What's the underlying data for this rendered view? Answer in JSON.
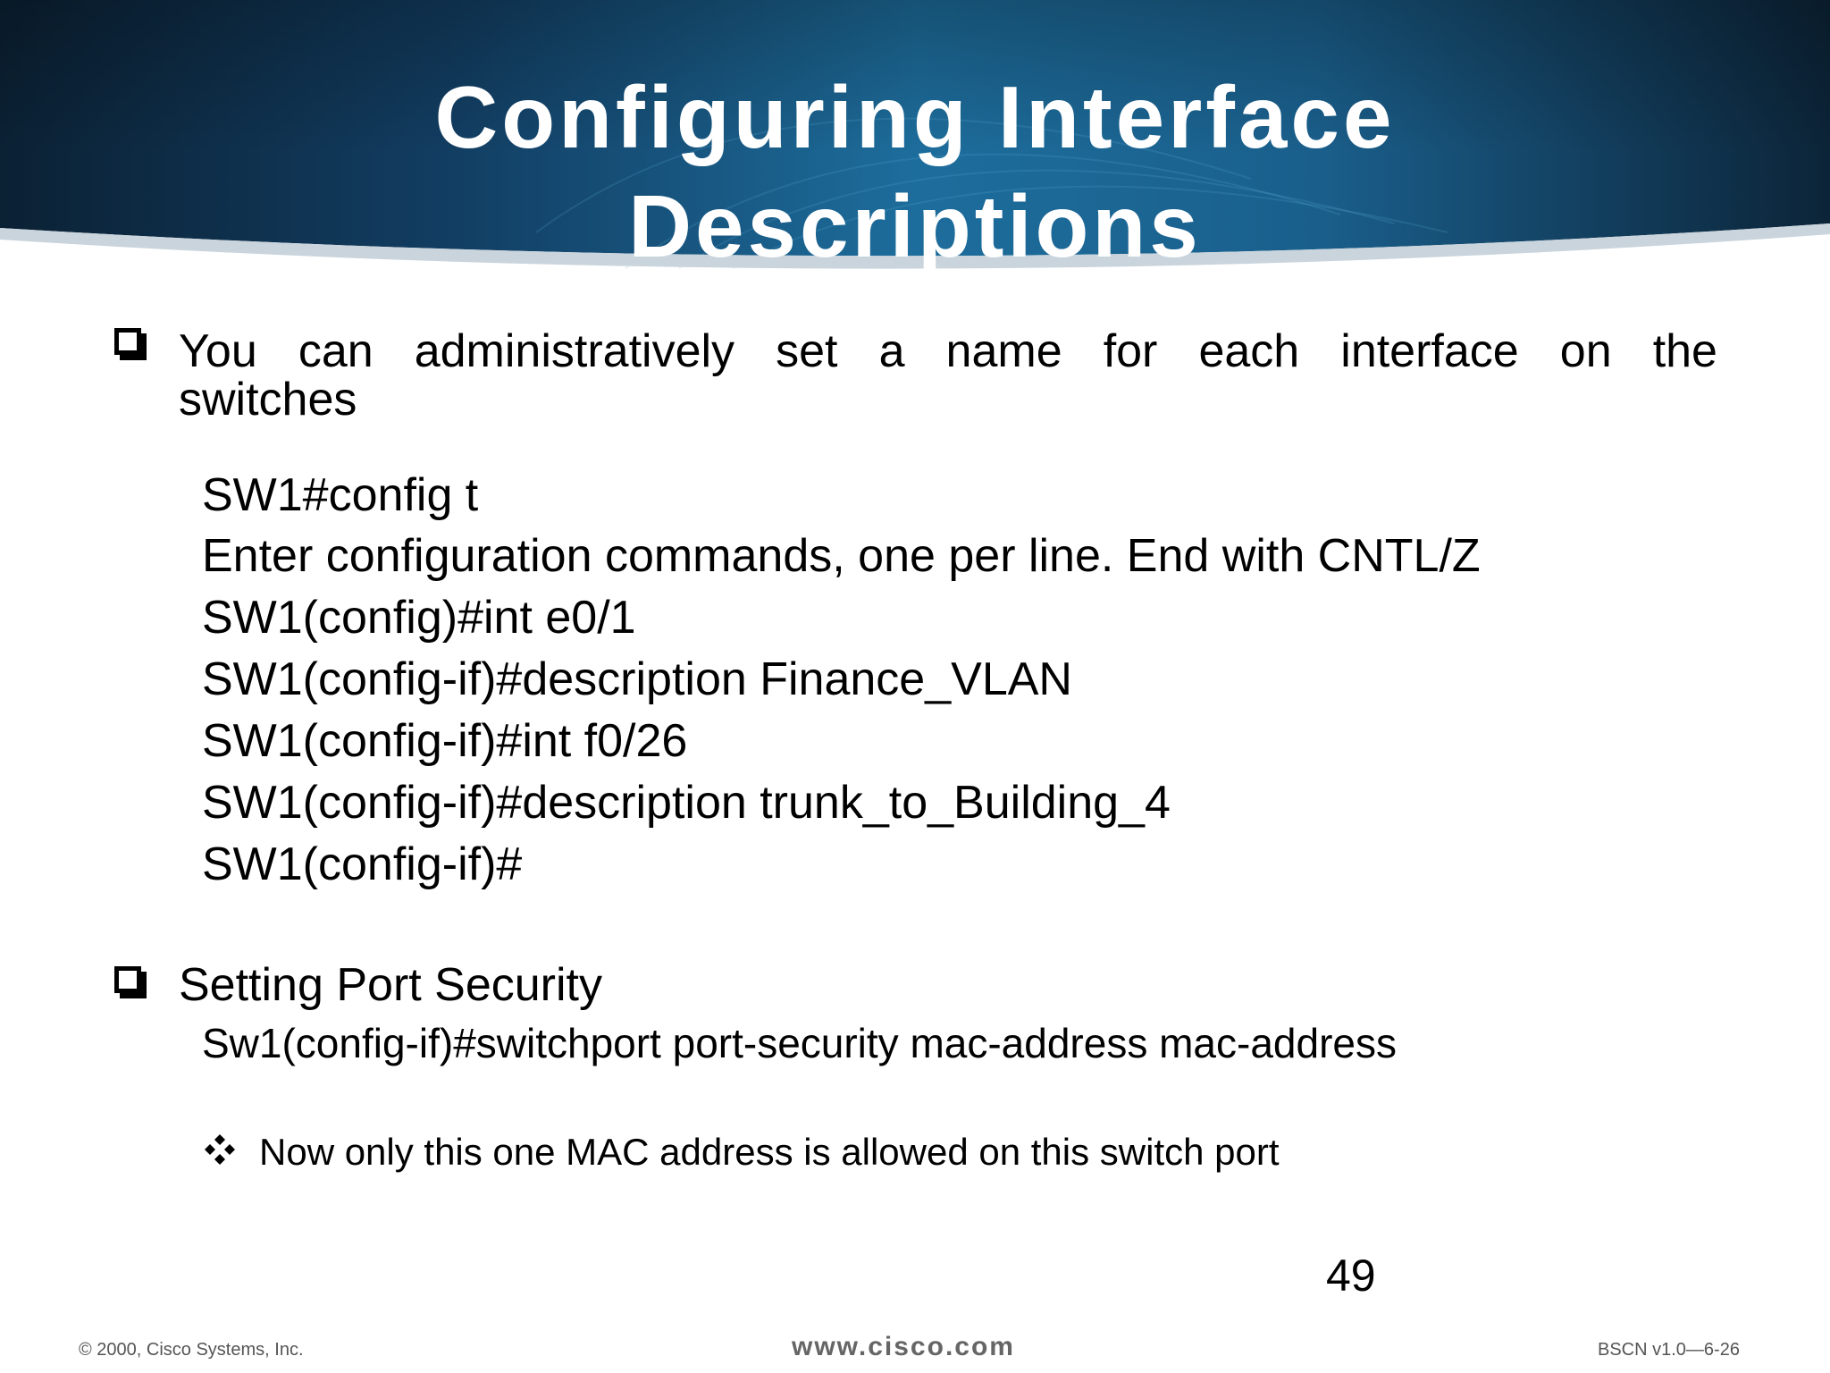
{
  "slide": {
    "title_line1": "Configuring Interface",
    "title_line2": "Descriptions",
    "bullet1": {
      "words_line1": [
        "You",
        "can",
        "administratively",
        "set",
        "a",
        "name",
        "for",
        "each",
        "interface",
        "on",
        "the"
      ],
      "line2": "switches"
    },
    "commands": [
      "SW1#config t",
      "Enter configuration commands, one per line. End with CNTL/Z",
      "SW1(config)#int e0/1",
      "SW1(config-if)#description Finance_VLAN",
      "SW1(config-if)#int f0/26",
      "SW1(config-if)#description trunk_to_Building_4",
      "SW1(config-if)#"
    ],
    "bullet2": {
      "text": "Setting Port Security",
      "command": "Sw1(config-if)#switchport port-security mac-address mac-address",
      "sub_bullet": "Now only this one MAC address is allowed on this switch port"
    },
    "page_number": "49"
  },
  "footer": {
    "copyright": "© 2000, Cisco Systems, Inc.",
    "url": "www.cisco.com",
    "code": "BSCN v1.0—6-26"
  },
  "colors": {
    "header_dark": "#0b2740",
    "header_mid": "#14598a",
    "header_light": "#2f8fc0"
  }
}
